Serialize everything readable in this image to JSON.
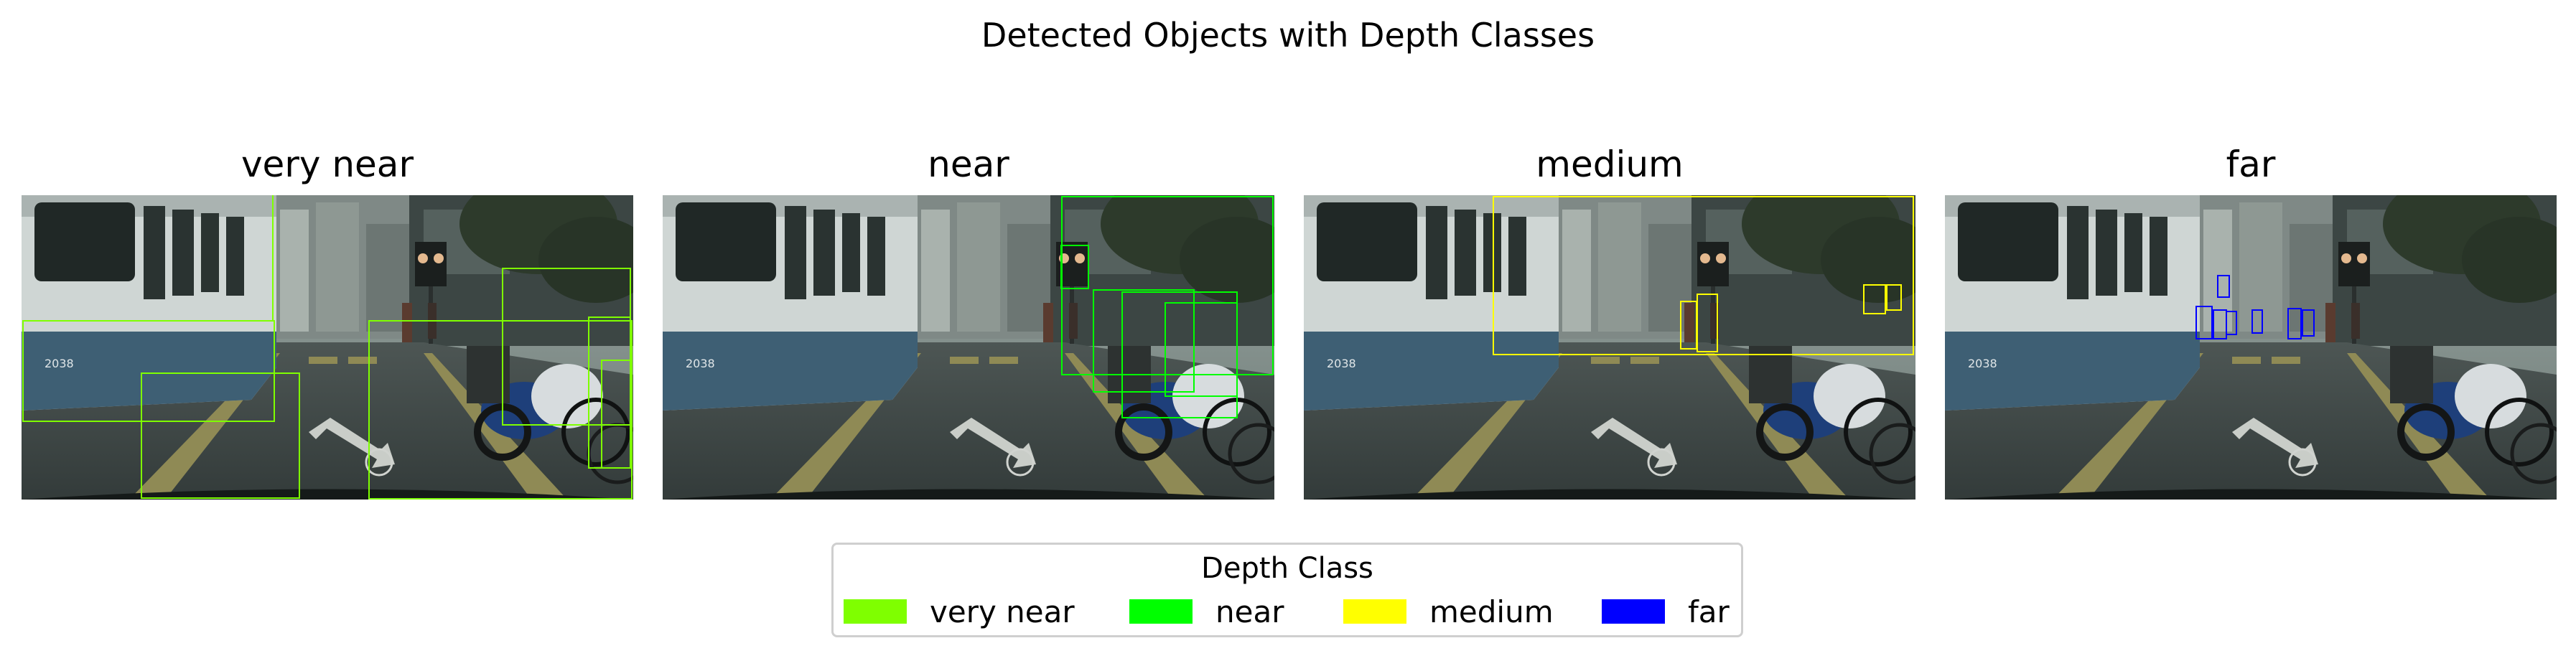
{
  "title": "Detected Objects with Depth Classes",
  "panels": [
    {
      "label": "very near",
      "color": "#7fff00"
    },
    {
      "label": "near",
      "color": "#00ff00"
    },
    {
      "label": "medium",
      "color": "#ffff00"
    },
    {
      "label": "far",
      "color": "#0000ff"
    }
  ],
  "legend": {
    "title": "Depth Class",
    "items": [
      {
        "label": "very near",
        "color": "#7fff00"
      },
      {
        "label": "near",
        "color": "#00ff00"
      },
      {
        "label": "medium",
        "color": "#ffff00"
      },
      {
        "label": "far",
        "color": "#0000ff"
      }
    ]
  },
  "scene": {
    "tram_number": "2038"
  }
}
